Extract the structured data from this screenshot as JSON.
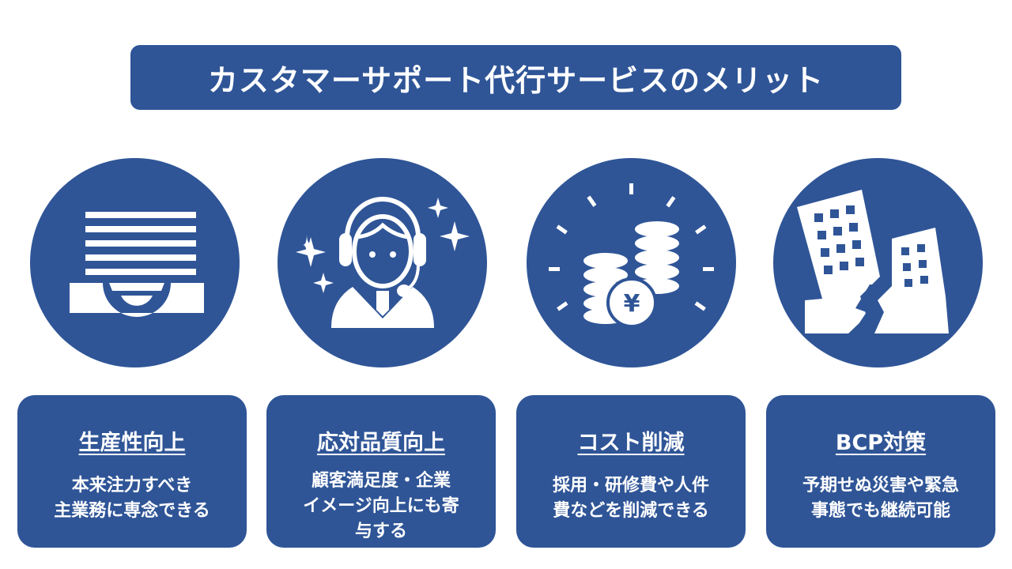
{
  "title": "カスタマーサポート代行サービスのメリット",
  "colors": {
    "primary": "#2f5597",
    "text": "#ffffff"
  },
  "items": [
    {
      "icon": "document-tray-icon",
      "heading": "生産性向上",
      "description": "本来注力すべき\n主業務に専念できる"
    },
    {
      "icon": "operator-headset-icon",
      "heading": "応対品質向上",
      "description": "顧客満足度・企業\nイメージ向上にも寄\n与する"
    },
    {
      "icon": "yen-coins-icon",
      "heading": "コスト削減",
      "description": "採用・研修費や人件\n費などを削減できる"
    },
    {
      "icon": "earthquake-building-icon",
      "heading": "BCP対策",
      "description": "予期せぬ災害や緊急\n事態でも継続可能"
    }
  ]
}
